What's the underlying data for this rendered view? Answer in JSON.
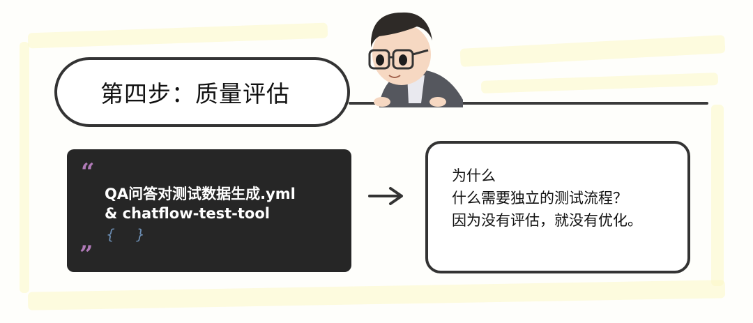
{
  "title": "第四步：质量评估",
  "code_card": {
    "open_quote": "“",
    "close_quote": "”",
    "lines": [
      "QA问答对测试数据生成.yml",
      "& chatflow-test-tool"
    ],
    "braces": "{ }",
    "colors": {
      "background": "#262626",
      "quote": "#b07ab8",
      "brace": "#6d8fb5",
      "text": "#ffffff"
    }
  },
  "arrow": "→",
  "explanation_box": {
    "lines": [
      "为什么",
      "什么需要独立的测试流程？",
      "因为没有评估，就没有优化。"
    ]
  },
  "decor": {
    "highlight_color": "#fbf8c6",
    "stroke_color": "#333333"
  }
}
